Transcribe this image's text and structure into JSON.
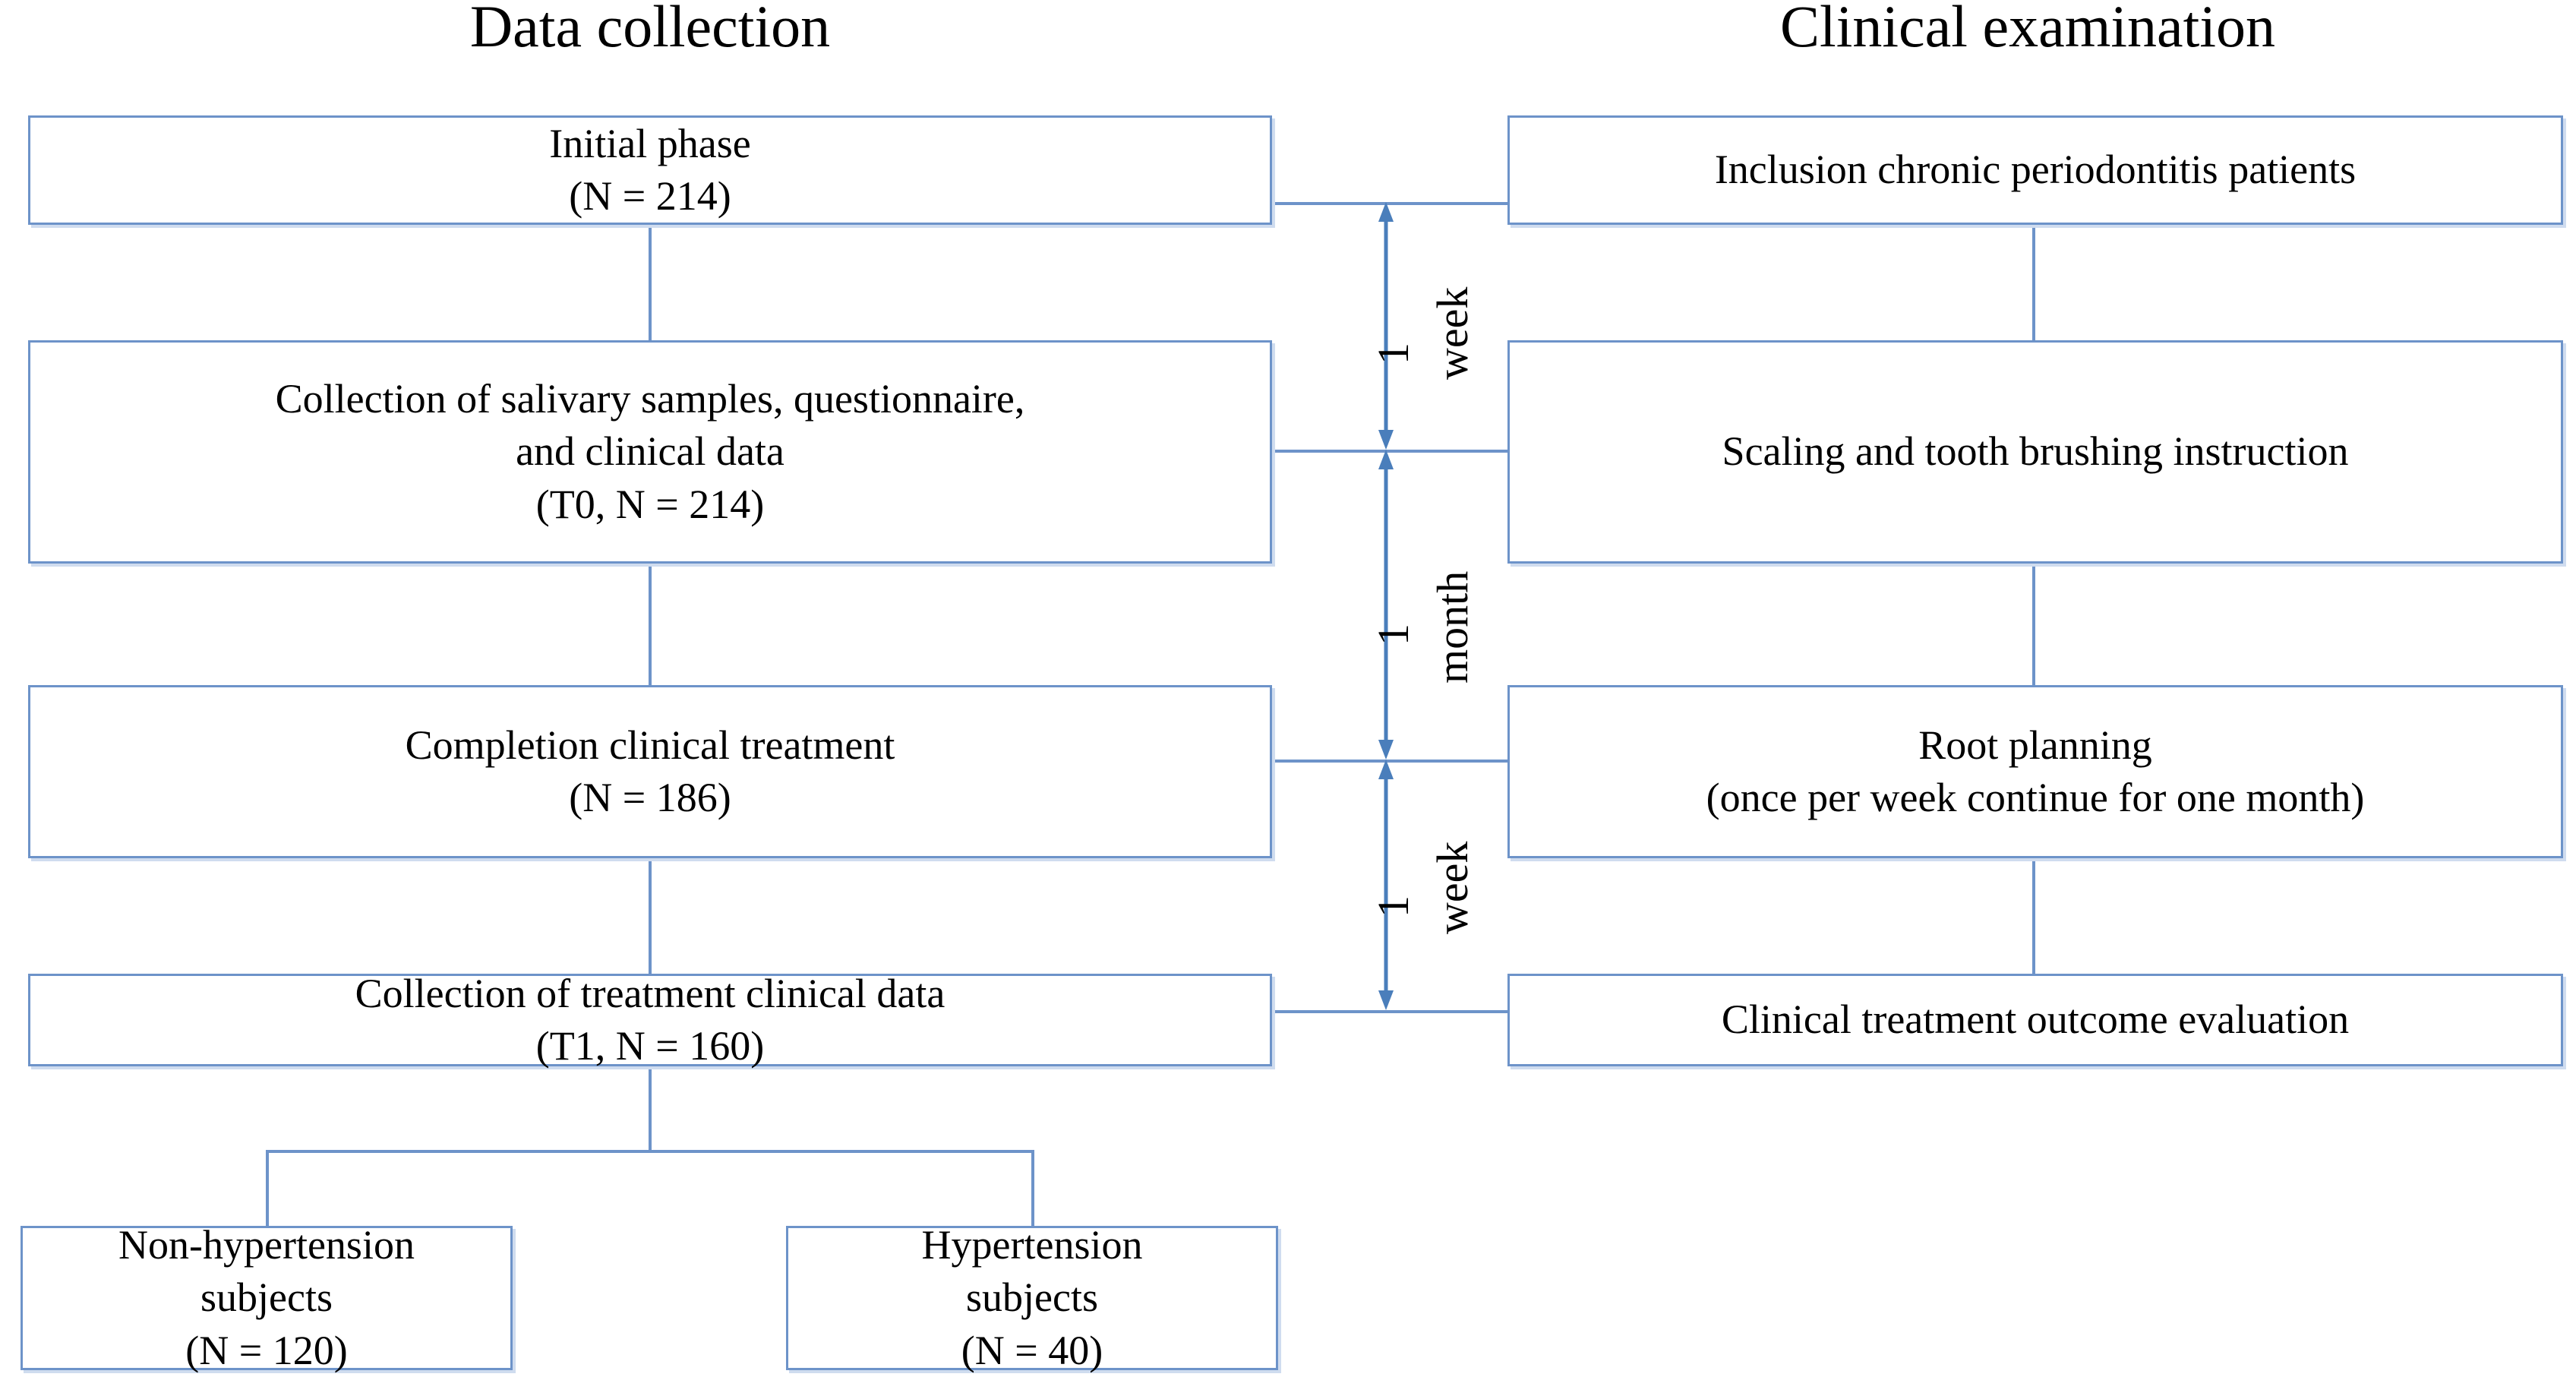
{
  "figure": {
    "type": "flowchart",
    "title": "",
    "columns": [
      {
        "id": "data-collection",
        "header": "Data collection"
      },
      {
        "id": "clinical-examination",
        "header": "Clinical examination"
      }
    ],
    "colors": {
      "box_border": "#6d93c9",
      "box_shadow": "#cfdcef",
      "connector": "#6d93c9",
      "arrow": "#4a7ebb",
      "text": "#000000",
      "background": "#ffffff"
    }
  },
  "left_column": {
    "header": "Data collection",
    "boxes": [
      {
        "id": "initial-phase",
        "lines": [
          "Initial phase",
          "(N = 214)"
        ],
        "n": 214
      },
      {
        "id": "collection-t0",
        "lines": [
          "Collection of salivary samples, questionnaire,",
          "and clinical data",
          "(T0, N = 214)"
        ],
        "timepoint": "T0",
        "n": 214
      },
      {
        "id": "completion-treatment",
        "lines": [
          "Completion clinical treatment",
          "(N = 186)"
        ],
        "n": 186
      },
      {
        "id": "collection-t1",
        "lines": [
          "Collection of treatment clinical data",
          "(T1, N = 160)"
        ],
        "timepoint": "T1",
        "n": 160
      }
    ],
    "subgroups": [
      {
        "id": "non-hypertension-subjects",
        "lines": [
          "Non-hypertension",
          "subjects",
          "(N = 120)"
        ],
        "n": 120
      },
      {
        "id": "hypertension-subjects",
        "lines": [
          "Hypertension",
          "subjects",
          "(N = 40)"
        ],
        "n": 40
      }
    ]
  },
  "right_column": {
    "header": "Clinical examination",
    "boxes": [
      {
        "id": "inclusion",
        "lines": [
          "Inclusion chronic periodontitis patients"
        ]
      },
      {
        "id": "scaling-instruction",
        "lines": [
          "Scaling and tooth brushing instruction"
        ]
      },
      {
        "id": "root-planning",
        "lines": [
          "Root planning",
          "(once per week continue for one month)"
        ]
      },
      {
        "id": "outcome-evaluation",
        "lines": [
          "Clinical treatment outcome evaluation"
        ]
      }
    ]
  },
  "intervals": [
    {
      "id": "interval-1",
      "number": "1",
      "unit": "week",
      "between": [
        "initial-phase",
        "collection-t0"
      ]
    },
    {
      "id": "interval-2",
      "number": "1",
      "unit": "month",
      "between": [
        "collection-t0",
        "completion-treatment"
      ]
    },
    {
      "id": "interval-3",
      "number": "1",
      "unit": "week",
      "between": [
        "completion-treatment",
        "collection-t1"
      ]
    }
  ]
}
